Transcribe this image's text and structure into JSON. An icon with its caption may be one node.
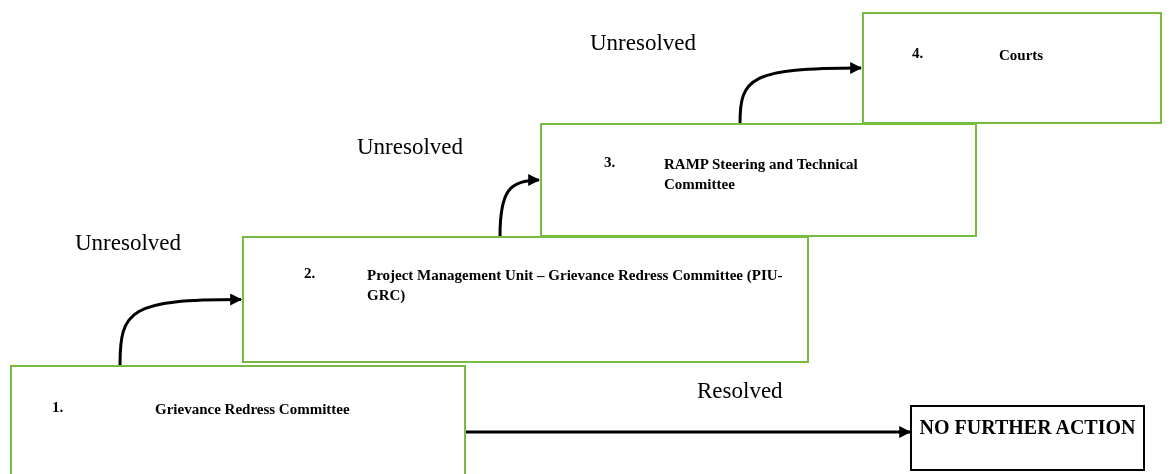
{
  "diagram": {
    "nodes": [
      {
        "text": [
          "1.",
          "Grievance Redress Committee"
        ]
      },
      {
        "text": [
          "2.",
          "Project Management Unit – Grievance Redress Committee (PIU-GRC)"
        ]
      },
      {
        "text": [
          "3.",
          "RAMP Steering and Technical Committee"
        ]
      },
      {
        "text": [
          "4.",
          "Courts"
        ]
      },
      {
        "text": [
          "NO FURTHER ACTION"
        ]
      }
    ],
    "edges": [
      {
        "from": 0,
        "to": 1,
        "arrow": "to",
        "label": "Unresolved"
      },
      {
        "from": 1,
        "to": 2,
        "arrow": "to",
        "label": "Unresolved"
      },
      {
        "from": 2,
        "to": 3,
        "arrow": "to",
        "label": "Unresolved"
      },
      {
        "from": 0,
        "to": 4,
        "arrow": "to",
        "label": "Resolved"
      }
    ]
  }
}
